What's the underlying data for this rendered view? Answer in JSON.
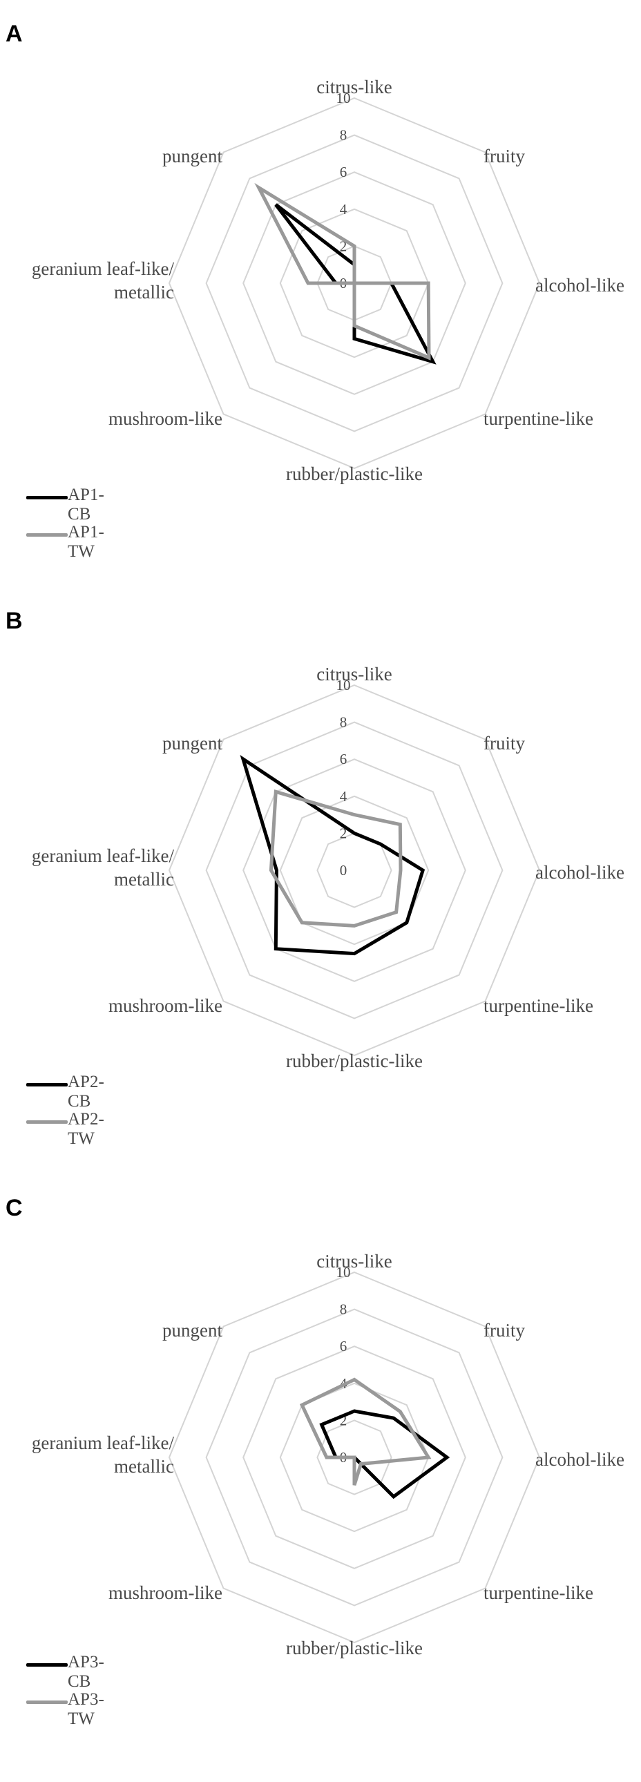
{
  "axes": [
    "citrus-like",
    "fruity",
    "alcohol-like",
    "turpentine-like",
    "rubber/plastic-like",
    "mushroom-like",
    "geranium leaf-like/\nmetallic",
    "pungent"
  ],
  "colors": {
    "cb": "#000000",
    "tw": "#999999",
    "grid": "#d4d4d4"
  },
  "chart_data": [
    {
      "type": "radar",
      "panel_label": "A",
      "axes": [
        "citrus-like",
        "fruity",
        "alcohol-like",
        "turpentine-like",
        "rubber/plastic-like",
        "mushroom-like",
        "geranium leaf-like/ metallic",
        "pungent"
      ],
      "ticks": [
        "0",
        "2",
        "4",
        "6",
        "8",
        "10"
      ],
      "rlim": [
        0,
        10
      ],
      "legend_position": "bottom-left",
      "series": [
        {
          "name": "AP1-CB",
          "color": "#000000",
          "values": [
            1,
            0,
            2,
            6,
            3,
            0,
            1,
            6
          ]
        },
        {
          "name": "AP1-TW",
          "color": "#999999",
          "values": [
            2,
            0,
            4,
            5.7,
            2.3,
            0,
            2.5,
            7.3
          ]
        }
      ]
    },
    {
      "type": "radar",
      "panel_label": "B",
      "axes": [
        "citrus-like",
        "fruity",
        "alcohol-like",
        "turpentine-like",
        "rubber/plastic-like",
        "mushroom-like",
        "geranium leaf-like/ metallic",
        "pungent"
      ],
      "ticks": [
        "0",
        "2",
        "4",
        "6",
        "8",
        "10"
      ],
      "rlim": [
        0,
        10
      ],
      "legend_position": "bottom-left",
      "series": [
        {
          "name": "AP2-CB",
          "color": "#000000",
          "values": [
            2,
            2,
            3.7,
            4,
            4.5,
            6,
            4.2,
            8.5
          ]
        },
        {
          "name": "AP2-TW",
          "color": "#999999",
          "values": [
            3,
            3.5,
            2.5,
            3.2,
            3,
            4,
            4.5,
            6
          ]
        }
      ]
    },
    {
      "type": "radar",
      "panel_label": "C",
      "axes": [
        "citrus-like",
        "fruity",
        "alcohol-like",
        "turpentine-like",
        "rubber/plastic-like",
        "mushroom-like",
        "geranium leaf-like/ metallic",
        "pungent"
      ],
      "ticks": [
        "0",
        "2",
        "4",
        "6",
        "8",
        "10"
      ],
      "rlim": [
        0,
        10
      ],
      "legend_position": "bottom-left",
      "series": [
        {
          "name": "AP3-CB",
          "color": "#000000",
          "values": [
            2.5,
            3,
            5,
            3,
            0,
            0,
            1,
            2.5
          ]
        },
        {
          "name": "AP3-TW",
          "color": "#999999",
          "values": [
            4.2,
            3.5,
            4,
            0.5,
            1.5,
            0,
            1.5,
            4
          ]
        }
      ]
    }
  ]
}
